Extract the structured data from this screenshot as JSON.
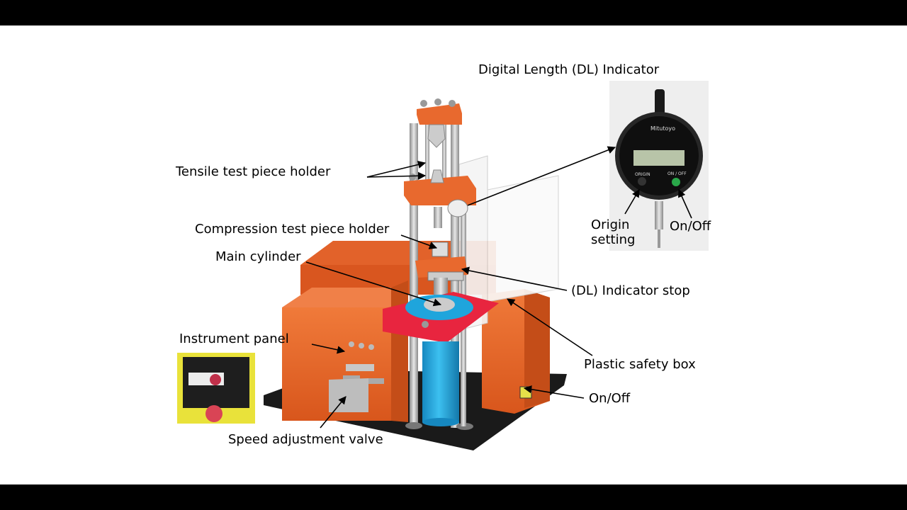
{
  "labels": {
    "dl_indicator": "Digital Length (DL) Indicator",
    "tensile": "Tensile test piece holder",
    "compression": "Compression test piece holder",
    "main_cylinder": "Main cylinder",
    "dl_stop": "(DL) Indicator stop",
    "instrument_panel": "Instrument panel",
    "plastic_box": "Plastic safety box",
    "on_off_base": "On/Off",
    "speed_valve": "Speed adjustment valve",
    "origin_line1": "Origin",
    "origin_line2": "setting",
    "on_off_gauge": "On/Off"
  },
  "gauge": {
    "brand": "Mitutoyo",
    "btn_origin": "ORIGIN",
    "btn_onoff": "ON / OFF"
  },
  "colors": {
    "machine_orange": "#e8692e",
    "platform_red": "#e8253f",
    "cylinder_blue": "#1fa5dc",
    "base_black": "#1a1a1a"
  }
}
